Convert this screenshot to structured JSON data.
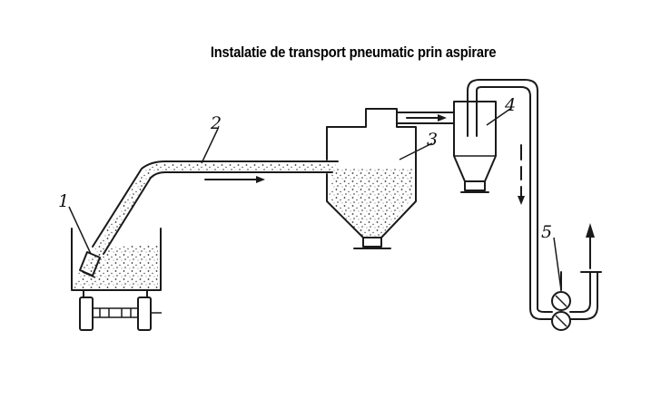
{
  "title": "Instalatie de transport pneumatic prin aspirare",
  "labels": {
    "l1": "1",
    "l2": "2",
    "l3": "3",
    "l4": "4",
    "l5": "5"
  }
}
